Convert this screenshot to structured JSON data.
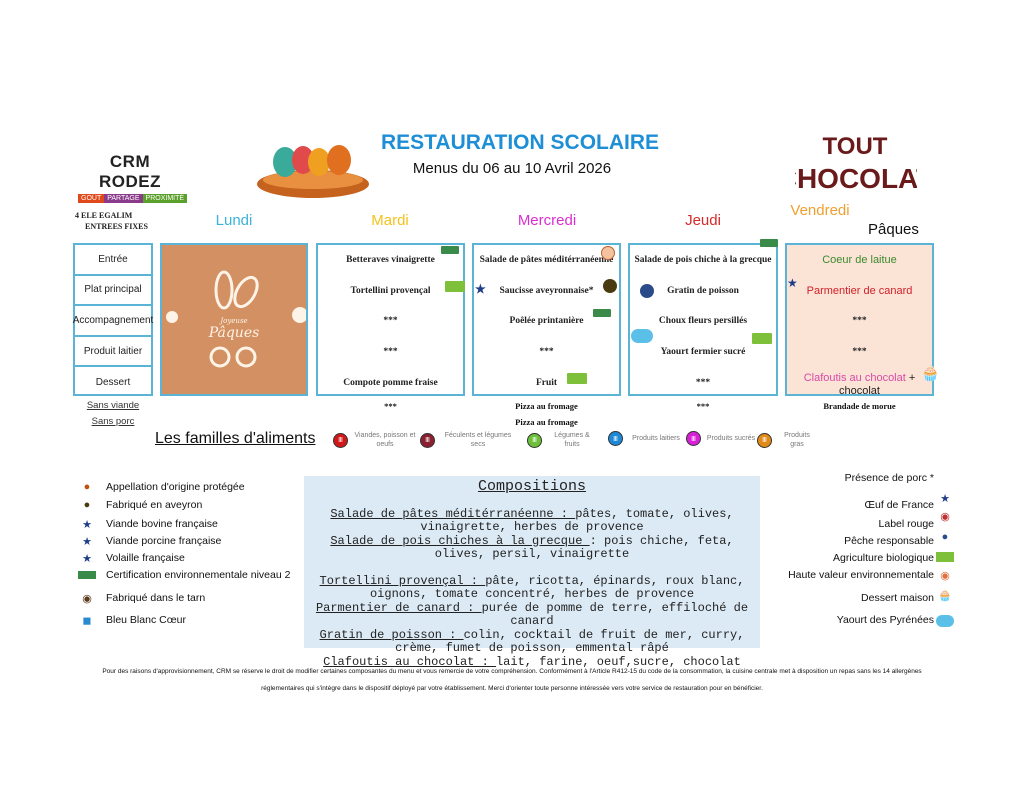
{
  "header": {
    "brand": "CRM RODEZ",
    "brand_tags": [
      "GOÛT",
      "PARTAGE",
      "PROXIMITÉ"
    ],
    "title": "RESTAURATION SCOLAIRE",
    "subtitle": "Menus du 06 au 10 Avril 2026",
    "logo_text": "TOUT CHOCOLAT"
  },
  "egalim": [
    "4 ELE EGALIM",
    "ENTREES FIXES"
  ],
  "days": [
    {
      "name": "Lundi",
      "color": "#3bb3df"
    },
    {
      "name": "Mardi",
      "color": "#f2c21b"
    },
    {
      "name": "Mercredi",
      "color": "#d82fd0"
    },
    {
      "name": "Jeudi",
      "color": "#d42a2a"
    },
    {
      "name": "Vendredi",
      "color": "#f0a030"
    }
  ],
  "vendredi_theme": "Pâques",
  "rows": [
    "Entrée",
    "Plat principal",
    "Accompagnement",
    "Produit laitier",
    "Dessert"
  ],
  "lundi_image": {
    "line1": "Joyeuse",
    "line2": "Pâques"
  },
  "menu": {
    "mardi": [
      "Betteraves vinaigrette",
      "Tortellini provençal",
      "***",
      "***",
      "Compote pomme fraise"
    ],
    "mercredi": [
      "Salade de pâtes méditérranéenne",
      "Saucisse aveyronnaise*",
      "Poêlée printanière",
      "***",
      "Fruit"
    ],
    "jeudi": [
      "Salade de pois chiche à la grecque",
      "Gratin de poisson",
      "Choux fleurs persillés",
      "Yaourt fermier sucré",
      "***"
    ],
    "vendredi": [
      "Coeur de laitue",
      "Parmentier de canard",
      "***",
      "***",
      "Clafoutis au chocolat",
      "+",
      "chocolat"
    ]
  },
  "alternatives": {
    "sans_viande_label": "Sans viande",
    "sans_porc_label": "Sans porc",
    "sans_viande": [
      "***",
      "Pizza au fromage",
      "***",
      "Brandade de morue"
    ],
    "sans_porc": [
      "Pizza au fromage"
    ]
  },
  "families": {
    "title": "Les familles d'aliments",
    "items": [
      {
        "label": "Viandes, poisson et oeufs",
        "color": "#d01818"
      },
      {
        "label": "Féculents et légumes secs",
        "color": "#8a2030"
      },
      {
        "label": "Légumes & fruits",
        "color": "#6cc03a"
      },
      {
        "label": "Produits laitiers",
        "color": "#1e88d8"
      },
      {
        "label": "Produits sucrés",
        "color": "#d820d8"
      },
      {
        "label": "Produits gras",
        "color": "#e08a18"
      }
    ]
  },
  "legend_left": [
    "Appellation d'origine protégée",
    "Fabriqué en aveyron",
    "Viande bovine française",
    "Viande porcine française",
    "Volaille française",
    "Certification environnementale niveau 2",
    "Fabriqué dans le tarn",
    "Bleu Blanc Cœur"
  ],
  "legend_right": [
    "Présence de porc",
    "Œuf de France",
    "Label rouge",
    "Pêche responsable",
    "Agriculture biologique",
    "Haute valeur environnementale",
    "Dessert maison",
    "Yaourt des Pyrénées"
  ],
  "pork_mark": "*",
  "compositions": {
    "title": "Compositions",
    "items": [
      {
        "name": "Salade de pâtes méditérranéenne : ",
        "desc": "pâtes, tomate, olives, vinaigrette, herbes de provence"
      },
      {
        "name": "Salade de pois chiches  à la grecque ",
        "desc": ": pois chiche, feta, olives, persil, vinaigrette"
      },
      {
        "name": "Tortellini provençal : ",
        "desc": "pâte, ricotta, épinards, roux blanc, oignons, tomate concentré, herbes de provence"
      },
      {
        "name": "Parmentier de canard : ",
        "desc": "purée de pomme de terre, effiloché de canard"
      },
      {
        "name": "Gratin de poisson : ",
        "desc": "colin, cocktail de fruit de mer, curry, crème, fumet de poisson, emmental râpé"
      },
      {
        "name": "Clafoutis au chocolat : ",
        "desc": "lait, farine, oeuf,sucre, chocolat"
      }
    ]
  },
  "footer": [
    "Pour des raisons d'approvisionnement, CRM se réserve le droit de modifier certaines composantes du menu et vous remercie de votre compréhension. Conformément à l'Article R412-15 du code de la consommation, la cuisine centrale met à disposition un repas sans les 14 allergènes",
    "réglementaires qui s'intègre dans le dispositif déployé par votre établissement. Merci d'orienter toute personne intéressée vers votre service de restauration pour en bénéficier."
  ]
}
